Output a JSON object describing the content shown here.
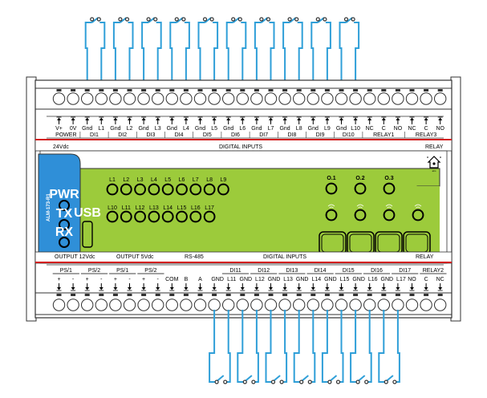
{
  "top": {
    "pin_labels": [
      "V+",
      "0V",
      "Gnd",
      "L1",
      "Gnd",
      "L2",
      "Gnd",
      "L3",
      "Gnd",
      "L4",
      "Gnd",
      "L5",
      "Gnd",
      "L6",
      "Gnd",
      "L7",
      "Gnd",
      "L8",
      "Gnd",
      "L9",
      "Gnd",
      "L10",
      "NC",
      "C",
      "NO",
      "NC",
      "C",
      "NO"
    ],
    "groups": [
      "POWER",
      "DI1",
      "DI2",
      "DI3",
      "DI4",
      "DI5",
      "DI6",
      "DI7",
      "DI8",
      "DI9",
      "DI10",
      "RELAY1",
      "RELAY3"
    ]
  },
  "strip_top": {
    "left": "24Vdc",
    "center": "DIGITAL INPUTS",
    "right": "RELAY"
  },
  "panel": {
    "model": "ALM-173-R1",
    "pwr": "PWR",
    "tx": "TX",
    "rx": "RX",
    "usb": "USB",
    "leds_row1": [
      "L1",
      "L2",
      "L3",
      "L4",
      "L5",
      "L6",
      "L7",
      "L8",
      "L9"
    ],
    "leds_row2": [
      "L10",
      "L11",
      "L12",
      "L13",
      "L14",
      "L15",
      "L16",
      "L17"
    ],
    "outputs": [
      "O.1",
      "O.2",
      "O.3"
    ]
  },
  "strip_bottom": {
    "left": "OUTPUT 12Vdc",
    "left2": "OUTPUT 5Vdc",
    "mid": "RS-485",
    "center": "DIGITAL INPUTS",
    "right": "RELAY"
  },
  "bottom": {
    "group_labels": [
      "PS/1",
      "PS/2",
      "PS/1",
      "PS/2",
      "DI11",
      "DI12",
      "DI13",
      "DI14",
      "DI15",
      "DI16",
      "DI17",
      "RELAY2"
    ],
    "sign_labels": [
      "+",
      "-",
      "+",
      "-",
      "+",
      "-",
      "+",
      "-"
    ],
    "bus_labels": [
      "COM",
      "B",
      "A"
    ],
    "pin_labels": [
      "GND",
      "L11",
      "GND",
      "L12",
      "GND",
      "L13",
      "GND",
      "L14",
      "GND",
      "L15",
      "GND",
      "L16",
      "GND",
      "L17"
    ],
    "relay_labels": [
      "NO",
      "C",
      "NC"
    ]
  },
  "colors": {
    "panel": "#9ccb3b",
    "blue_panel": "#2f8fd8",
    "wire": "#2f9fd8",
    "accent_red": "#d32020"
  }
}
